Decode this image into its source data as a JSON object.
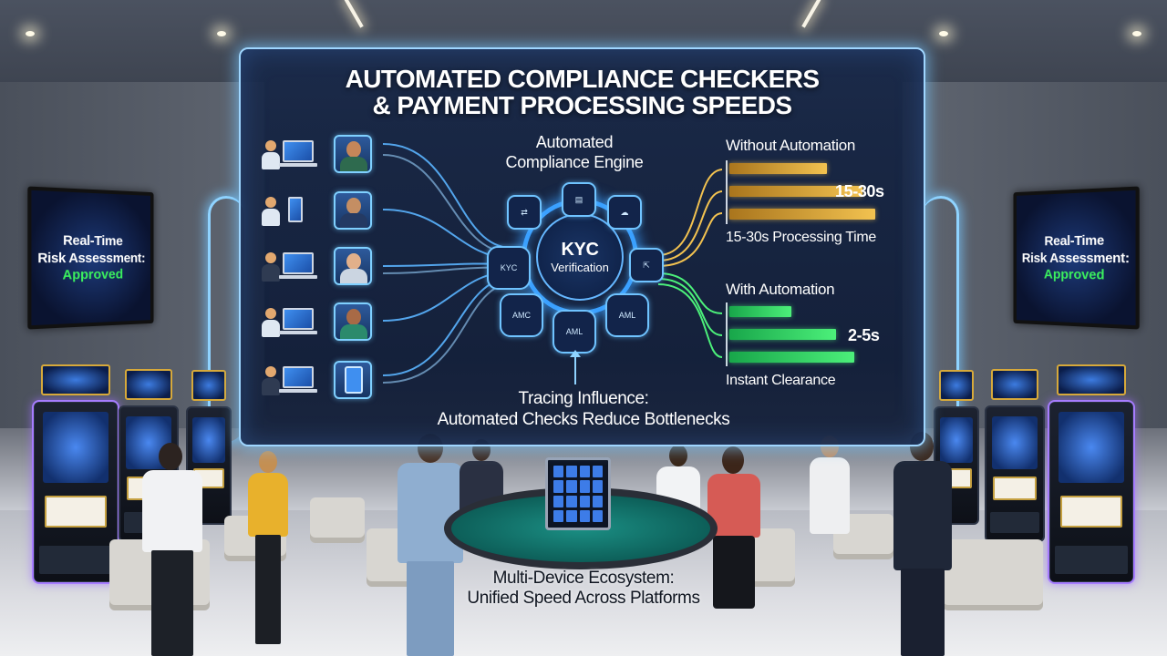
{
  "panel": {
    "title_line1": "AUTOMATED COMPLIANCE CHECKERS",
    "title_line2": "& PAYMENT PROCESSING SPEEDS"
  },
  "engine": {
    "label_line1": "Automated",
    "label_line2": "Compliance Engine",
    "core_line1": "KYC",
    "core_line2": "Verification",
    "nodes": {
      "kyc": "KYC",
      "amc": "AMC",
      "aml": "AML",
      "aml_screening": "AML"
    }
  },
  "comparison": {
    "without_heading": "Without Automation",
    "without_value": "15-30s",
    "without_note": "15-30s Processing Time",
    "without_bars": [
      0.55,
      0.75,
      0.82
    ],
    "with_heading": "With Automation",
    "with_value": "2-5s",
    "with_note": "Instant Clearance",
    "with_bars": [
      0.35,
      0.6,
      0.7
    ],
    "gold_color": "#f2c250",
    "green_color": "#4cf07a"
  },
  "tracing": {
    "line1": "Tracing Influence:",
    "line2": "Automated Checks Reduce Bottlenecks"
  },
  "monitors": {
    "left_line1": "Real-Time",
    "left_line2": "Risk Assessment:",
    "left_status": "Approved",
    "right_line1": "Real-Time",
    "right_line2": "Risk Assessment:",
    "right_status": "Approved",
    "status_color": "#3bf05e"
  },
  "table_caption": {
    "line1": "Multi-Device Ecosystem:",
    "line2": "Unified Speed Across Platforms"
  },
  "icons": [
    "document-icon",
    "cloud-icon",
    "link-icon",
    "export-icon",
    "laptop-icon",
    "phone-icon",
    "tablet-icon",
    "portrait-icon"
  ]
}
